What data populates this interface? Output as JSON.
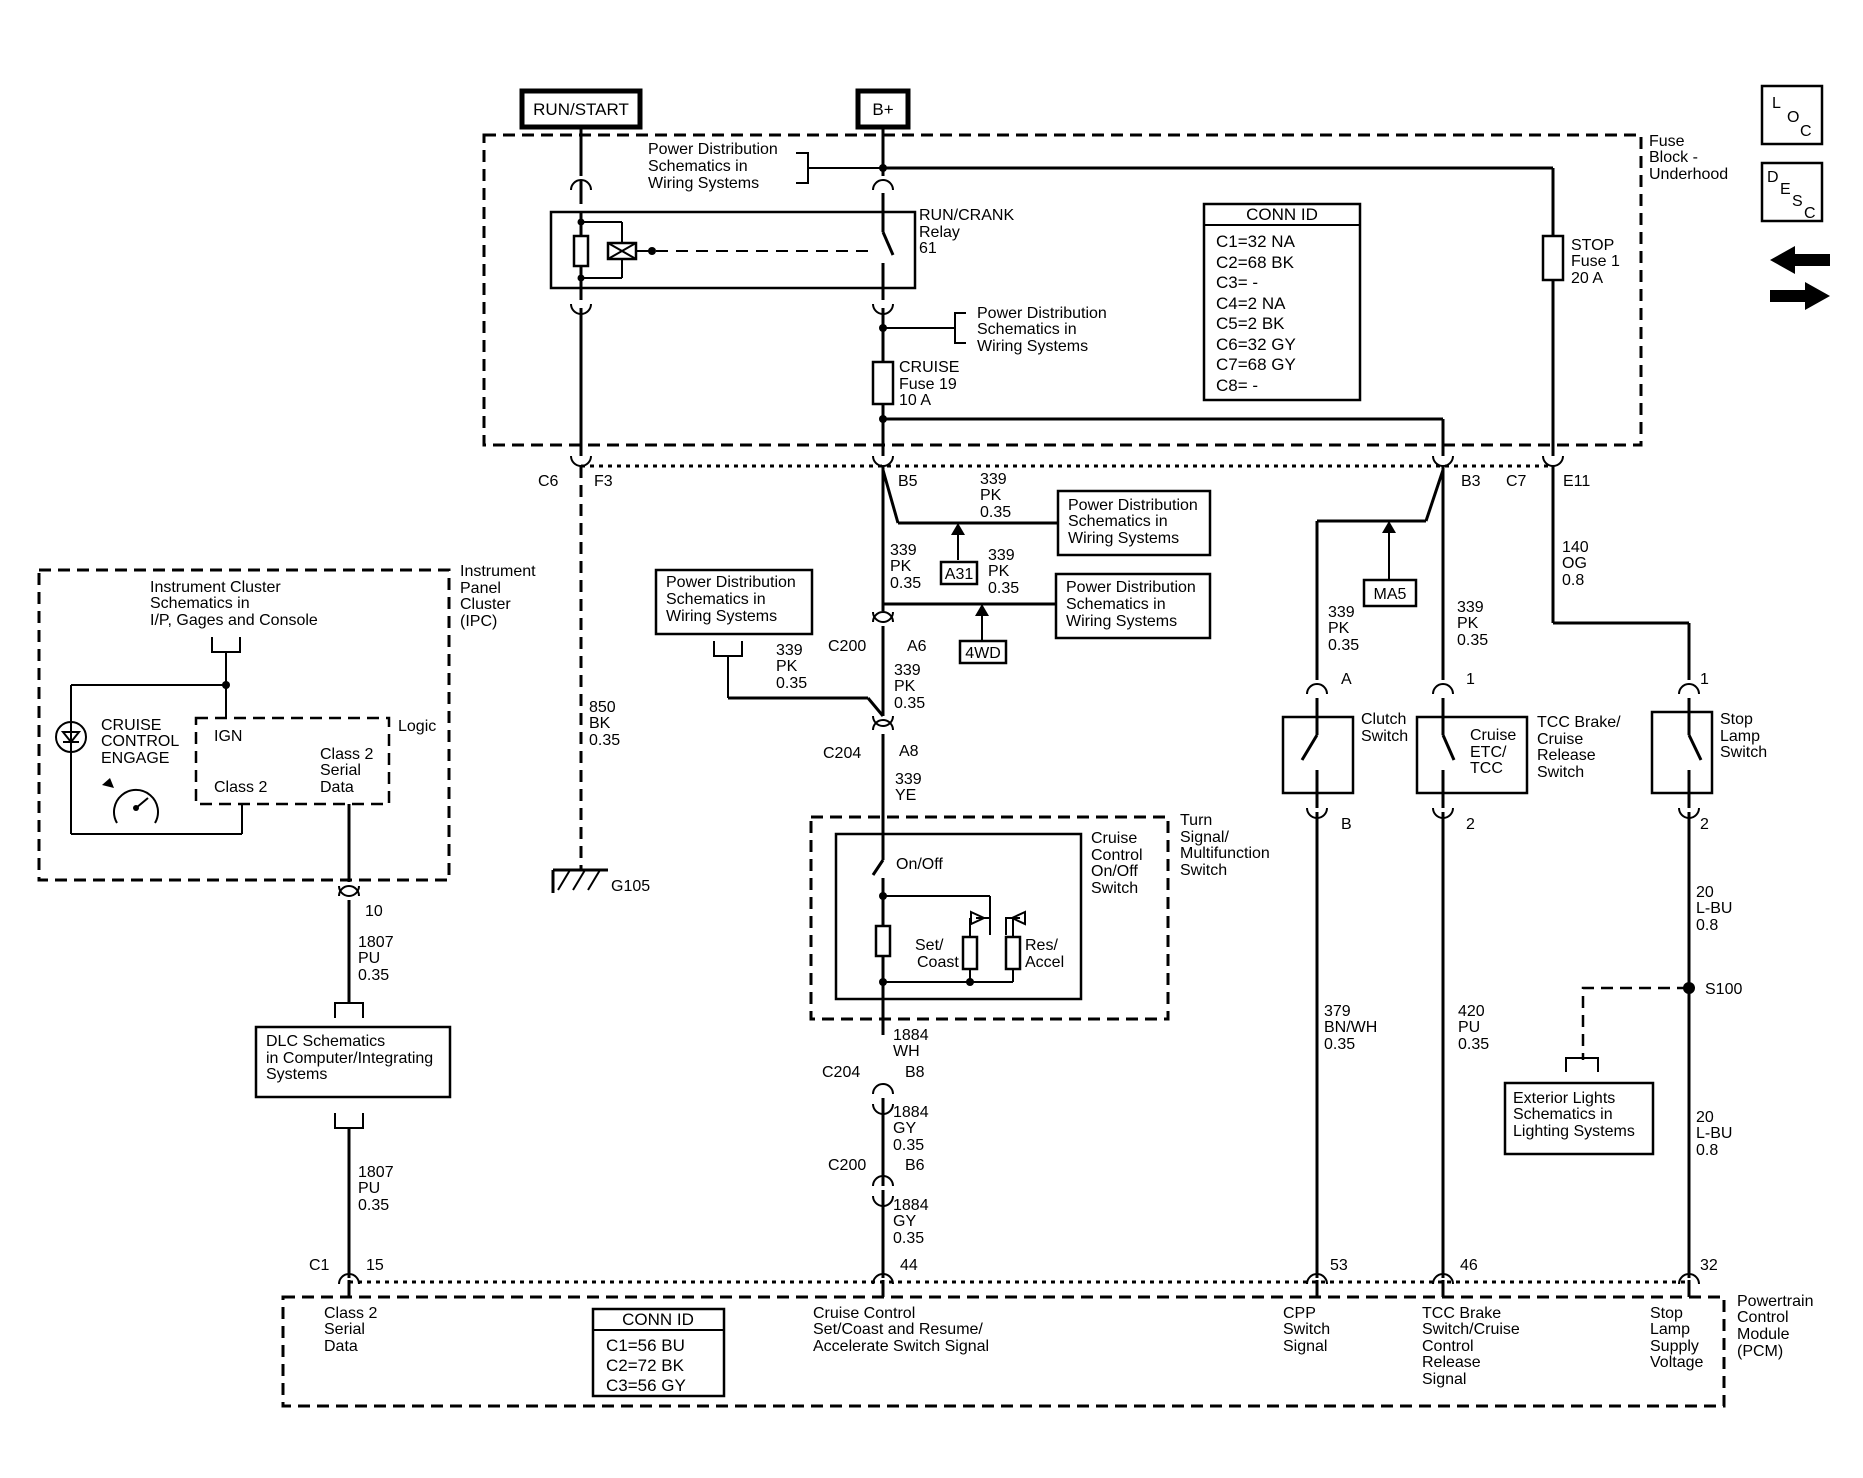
{
  "power": {
    "run_start": "RUN/START",
    "b_plus": "B+"
  },
  "fuse_block": {
    "name": [
      "Fuse",
      "Block -",
      "Underhood"
    ],
    "pds_ref_top": [
      "Power Distribution",
      "Schematics in",
      "Wiring Systems"
    ],
    "pds_ref_relay": [
      "Power Distribution",
      "Schematics in",
      "Wiring Systems"
    ],
    "relay": [
      "RUN/CRANK",
      "Relay",
      "61"
    ],
    "cruise_fuse": [
      "CRUISE",
      "Fuse 19",
      "10 A"
    ],
    "stop_fuse": [
      "STOP",
      "Fuse 1",
      "20 A"
    ],
    "conn_id_title": "CONN ID",
    "conn_ids": [
      "C1=32 NA",
      "C2=68 BK",
      "C3= -",
      "C4=2 NA",
      "C5=2 BK",
      "C6=32 GY",
      "C7=68 GY",
      "C8= -"
    ]
  },
  "fuse_block_pins": {
    "c6": "C6",
    "f3": "F3",
    "b5": "B5",
    "b3": "B3",
    "c7": "C7",
    "e11": "E11"
  },
  "icons": {
    "loc": [
      "L",
      "O",
      "C"
    ],
    "desc": [
      "D",
      "E",
      "S",
      "C"
    ]
  },
  "wires": {
    "w850": [
      "850",
      "BK",
      "0.35"
    ],
    "w339_b5": [
      "339",
      "PK",
      "0.35"
    ],
    "w339_left": [
      "339",
      "PK",
      "0.35"
    ],
    "w339_4wd": [
      "339",
      "PK",
      "0.35"
    ],
    "w339_c200": [
      "339",
      "PK",
      "0.35"
    ],
    "w339_pds": [
      "339",
      "PK",
      "0.35"
    ],
    "w339_ye": [
      "339",
      "YE"
    ],
    "w339_clutch": [
      "339",
      "PK",
      "0.35"
    ],
    "w339_tcc": [
      "339",
      "PK",
      "0.35"
    ],
    "w140": [
      "140",
      "OG",
      "0.8"
    ],
    "w1807_top": [
      "1807",
      "PU",
      "0.35"
    ],
    "w1807_bot": [
      "1807",
      "PU",
      "0.35"
    ],
    "w1884_wh": [
      "1884",
      "WH"
    ],
    "w1884_gy1": [
      "1884",
      "GY",
      "0.35"
    ],
    "w1884_gy2": [
      "1884",
      "GY",
      "0.35"
    ],
    "w379": [
      "379",
      "BN/WH",
      "0.35"
    ],
    "w420": [
      "420",
      "PU",
      "0.35"
    ],
    "w20_top": [
      "20",
      "L-BU",
      "0.8"
    ],
    "w20_bot": [
      "20",
      "L-BU",
      "0.8"
    ]
  },
  "refs": {
    "pds_b5": [
      "Power Distribution",
      "Schematics in",
      "Wiring Systems"
    ],
    "pds_4wd": [
      "Power Distribution",
      "Schematics in",
      "Wiring Systems"
    ],
    "pds_left": [
      "Power Distribution",
      "Schematics in",
      "Wiring Systems"
    ],
    "a31": "A31",
    "wd4": "4WD",
    "ma5": "MA5",
    "dlc": [
      "DLC Schematics",
      "in Computer/Integrating",
      "Systems"
    ],
    "exterior": [
      "Exterior Lights",
      "Schematics in",
      "Lighting Systems"
    ]
  },
  "connectors": {
    "c200_a6": [
      "C200",
      "A6"
    ],
    "c204_a8": [
      "C204",
      "A8"
    ],
    "c204_b8": [
      "C204",
      "B8"
    ],
    "c200_b6": [
      "C200",
      "B6"
    ],
    "pin10": "10",
    "clutch_a": "A",
    "clutch_b": "B",
    "tcc_1": "1",
    "tcc_2": "2",
    "stop_1": "1",
    "stop_2": "2",
    "s100": "S100",
    "g105": "G105"
  },
  "ipc": {
    "name": [
      "Instrument",
      "Panel",
      "Cluster",
      "(IPC)"
    ],
    "ref": [
      "Instrument Cluster",
      "Schematics in",
      "I/P, Gages and Console"
    ],
    "cruise_engage": [
      "CRUISE",
      "CONTROL",
      "ENGAGE"
    ],
    "ign": "IGN",
    "logic": "Logic",
    "class2_left": "Class 2",
    "class2_data": [
      "Class 2",
      "Serial",
      "Data"
    ]
  },
  "turn_switch": {
    "name": [
      "Turn",
      "Signal/",
      "Multifunction",
      "Switch"
    ],
    "cruise_name": [
      "Cruise",
      "Control",
      "On/Off",
      "Switch"
    ],
    "on_off": "On/Off",
    "set_coast": [
      "Set/",
      "Coast"
    ],
    "res_accel": [
      "Res/",
      "Accel"
    ]
  },
  "switches": {
    "clutch": [
      "Clutch",
      "Switch"
    ],
    "cruise_etc": [
      "Cruise",
      "ETC/",
      "TCC"
    ],
    "tcc": [
      "TCC Brake/",
      "Cruise",
      "Release",
      "Switch"
    ],
    "stop_lamp": [
      "Stop",
      "Lamp",
      "Switch"
    ]
  },
  "pcm": {
    "name": [
      "Powertrain",
      "Control",
      "Module",
      "(PCM)"
    ],
    "c1": "C1",
    "pins": {
      "p15": "15",
      "p44": "44",
      "p53": "53",
      "p46": "46",
      "p32": "32"
    },
    "signals": {
      "class2": [
        "Class 2",
        "Serial",
        "Data"
      ],
      "cruise": [
        "Cruise Control",
        "Set/Coast and Resume/",
        "Accelerate Switch Signal"
      ],
      "cpp": [
        "CPP",
        "Switch",
        "Signal"
      ],
      "tcc": [
        "TCC Brake",
        "Switch/Cruise",
        "Control",
        "Release",
        "Signal"
      ],
      "stop": [
        "Stop",
        "Lamp",
        "Supply",
        "Voltage"
      ]
    },
    "conn_id_title": "CONN ID",
    "conn_ids": [
      "C1=56 BU",
      "C2=72 BK",
      "C3=56 GY"
    ]
  }
}
